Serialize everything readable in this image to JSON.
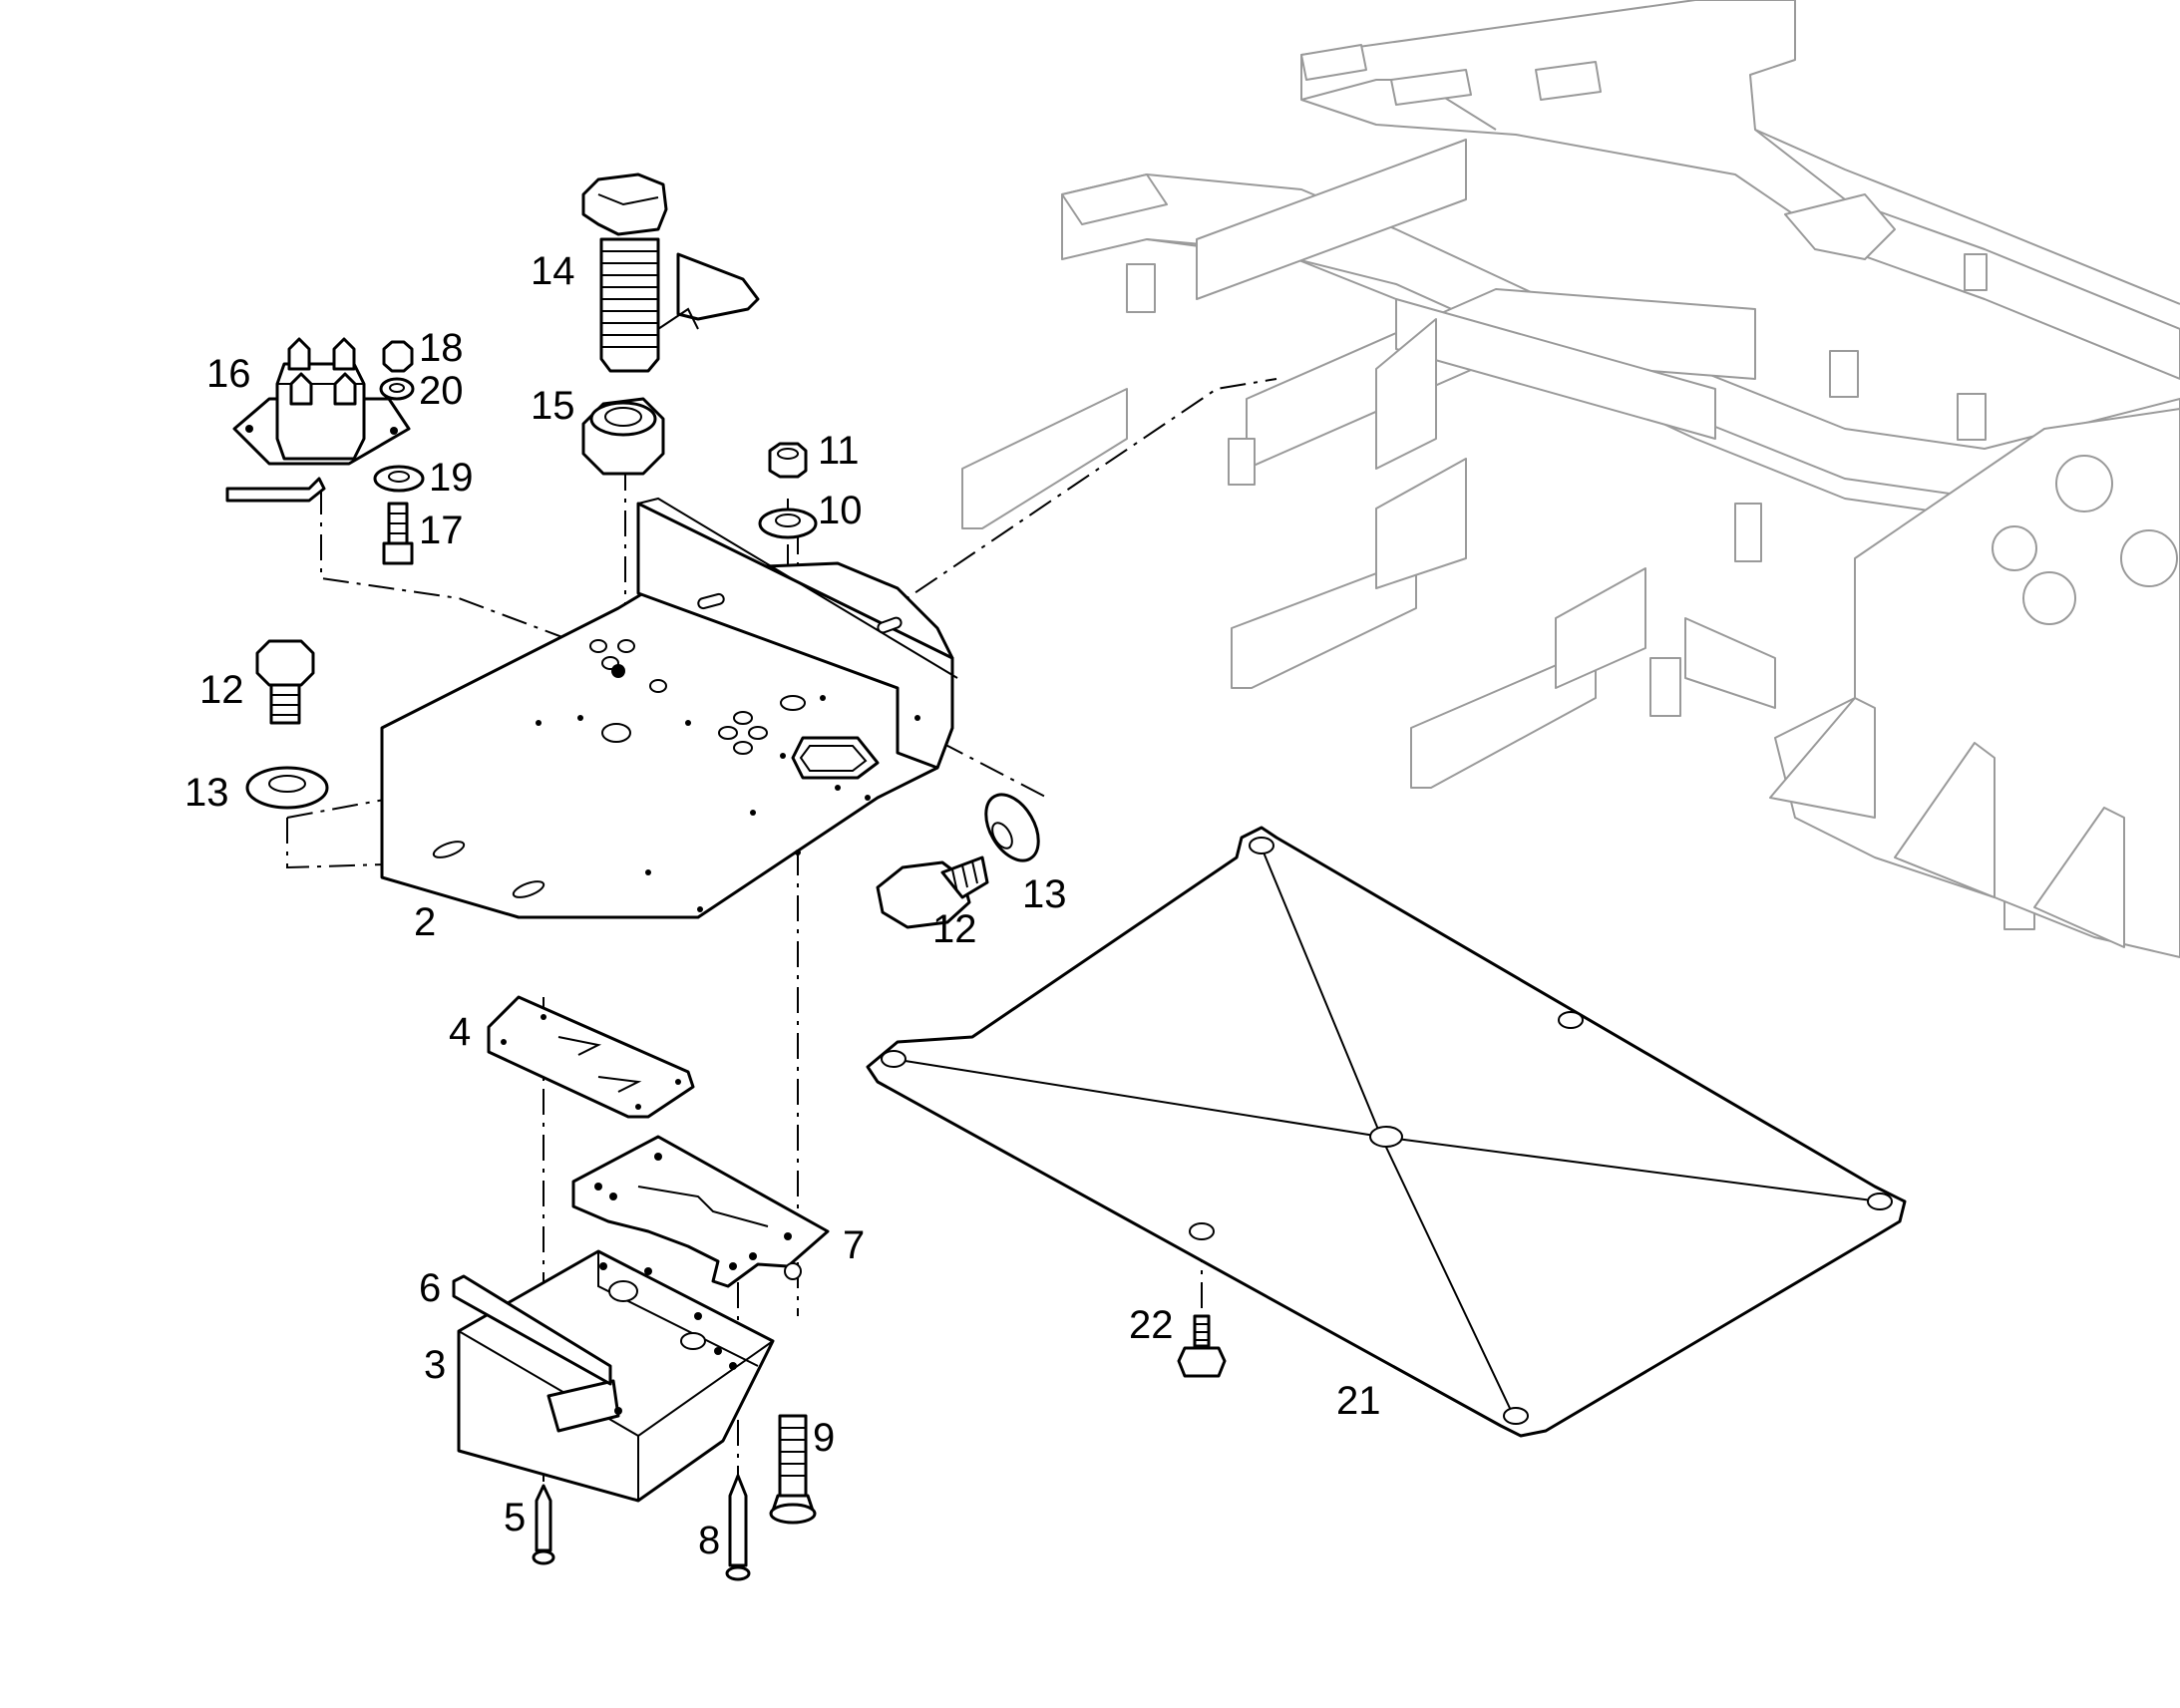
{
  "callouts": [
    {
      "id": "c2",
      "text": "2"
    },
    {
      "id": "c3",
      "text": "3"
    },
    {
      "id": "c4",
      "text": "4"
    },
    {
      "id": "c5",
      "text": "5"
    },
    {
      "id": "c6",
      "text": "6"
    },
    {
      "id": "c7",
      "text": "7"
    },
    {
      "id": "c8",
      "text": "8"
    },
    {
      "id": "c9",
      "text": "9"
    },
    {
      "id": "c10",
      "text": "10"
    },
    {
      "id": "c11",
      "text": "11"
    },
    {
      "id": "c12a",
      "text": "12"
    },
    {
      "id": "c12b",
      "text": "12"
    },
    {
      "id": "c13a",
      "text": "13"
    },
    {
      "id": "c13b",
      "text": "13"
    },
    {
      "id": "c14",
      "text": "14"
    },
    {
      "id": "c15",
      "text": "15"
    },
    {
      "id": "c16",
      "text": "16"
    },
    {
      "id": "c17",
      "text": "17"
    },
    {
      "id": "c18",
      "text": "18"
    },
    {
      "id": "c19",
      "text": "19"
    },
    {
      "id": "c20",
      "text": "20"
    },
    {
      "id": "c21",
      "text": "21"
    },
    {
      "id": "c22",
      "text": "22"
    }
  ],
  "colors": {
    "ink": "#000000",
    "frame": "#9a9a9a",
    "background": "#ffffff"
  }
}
